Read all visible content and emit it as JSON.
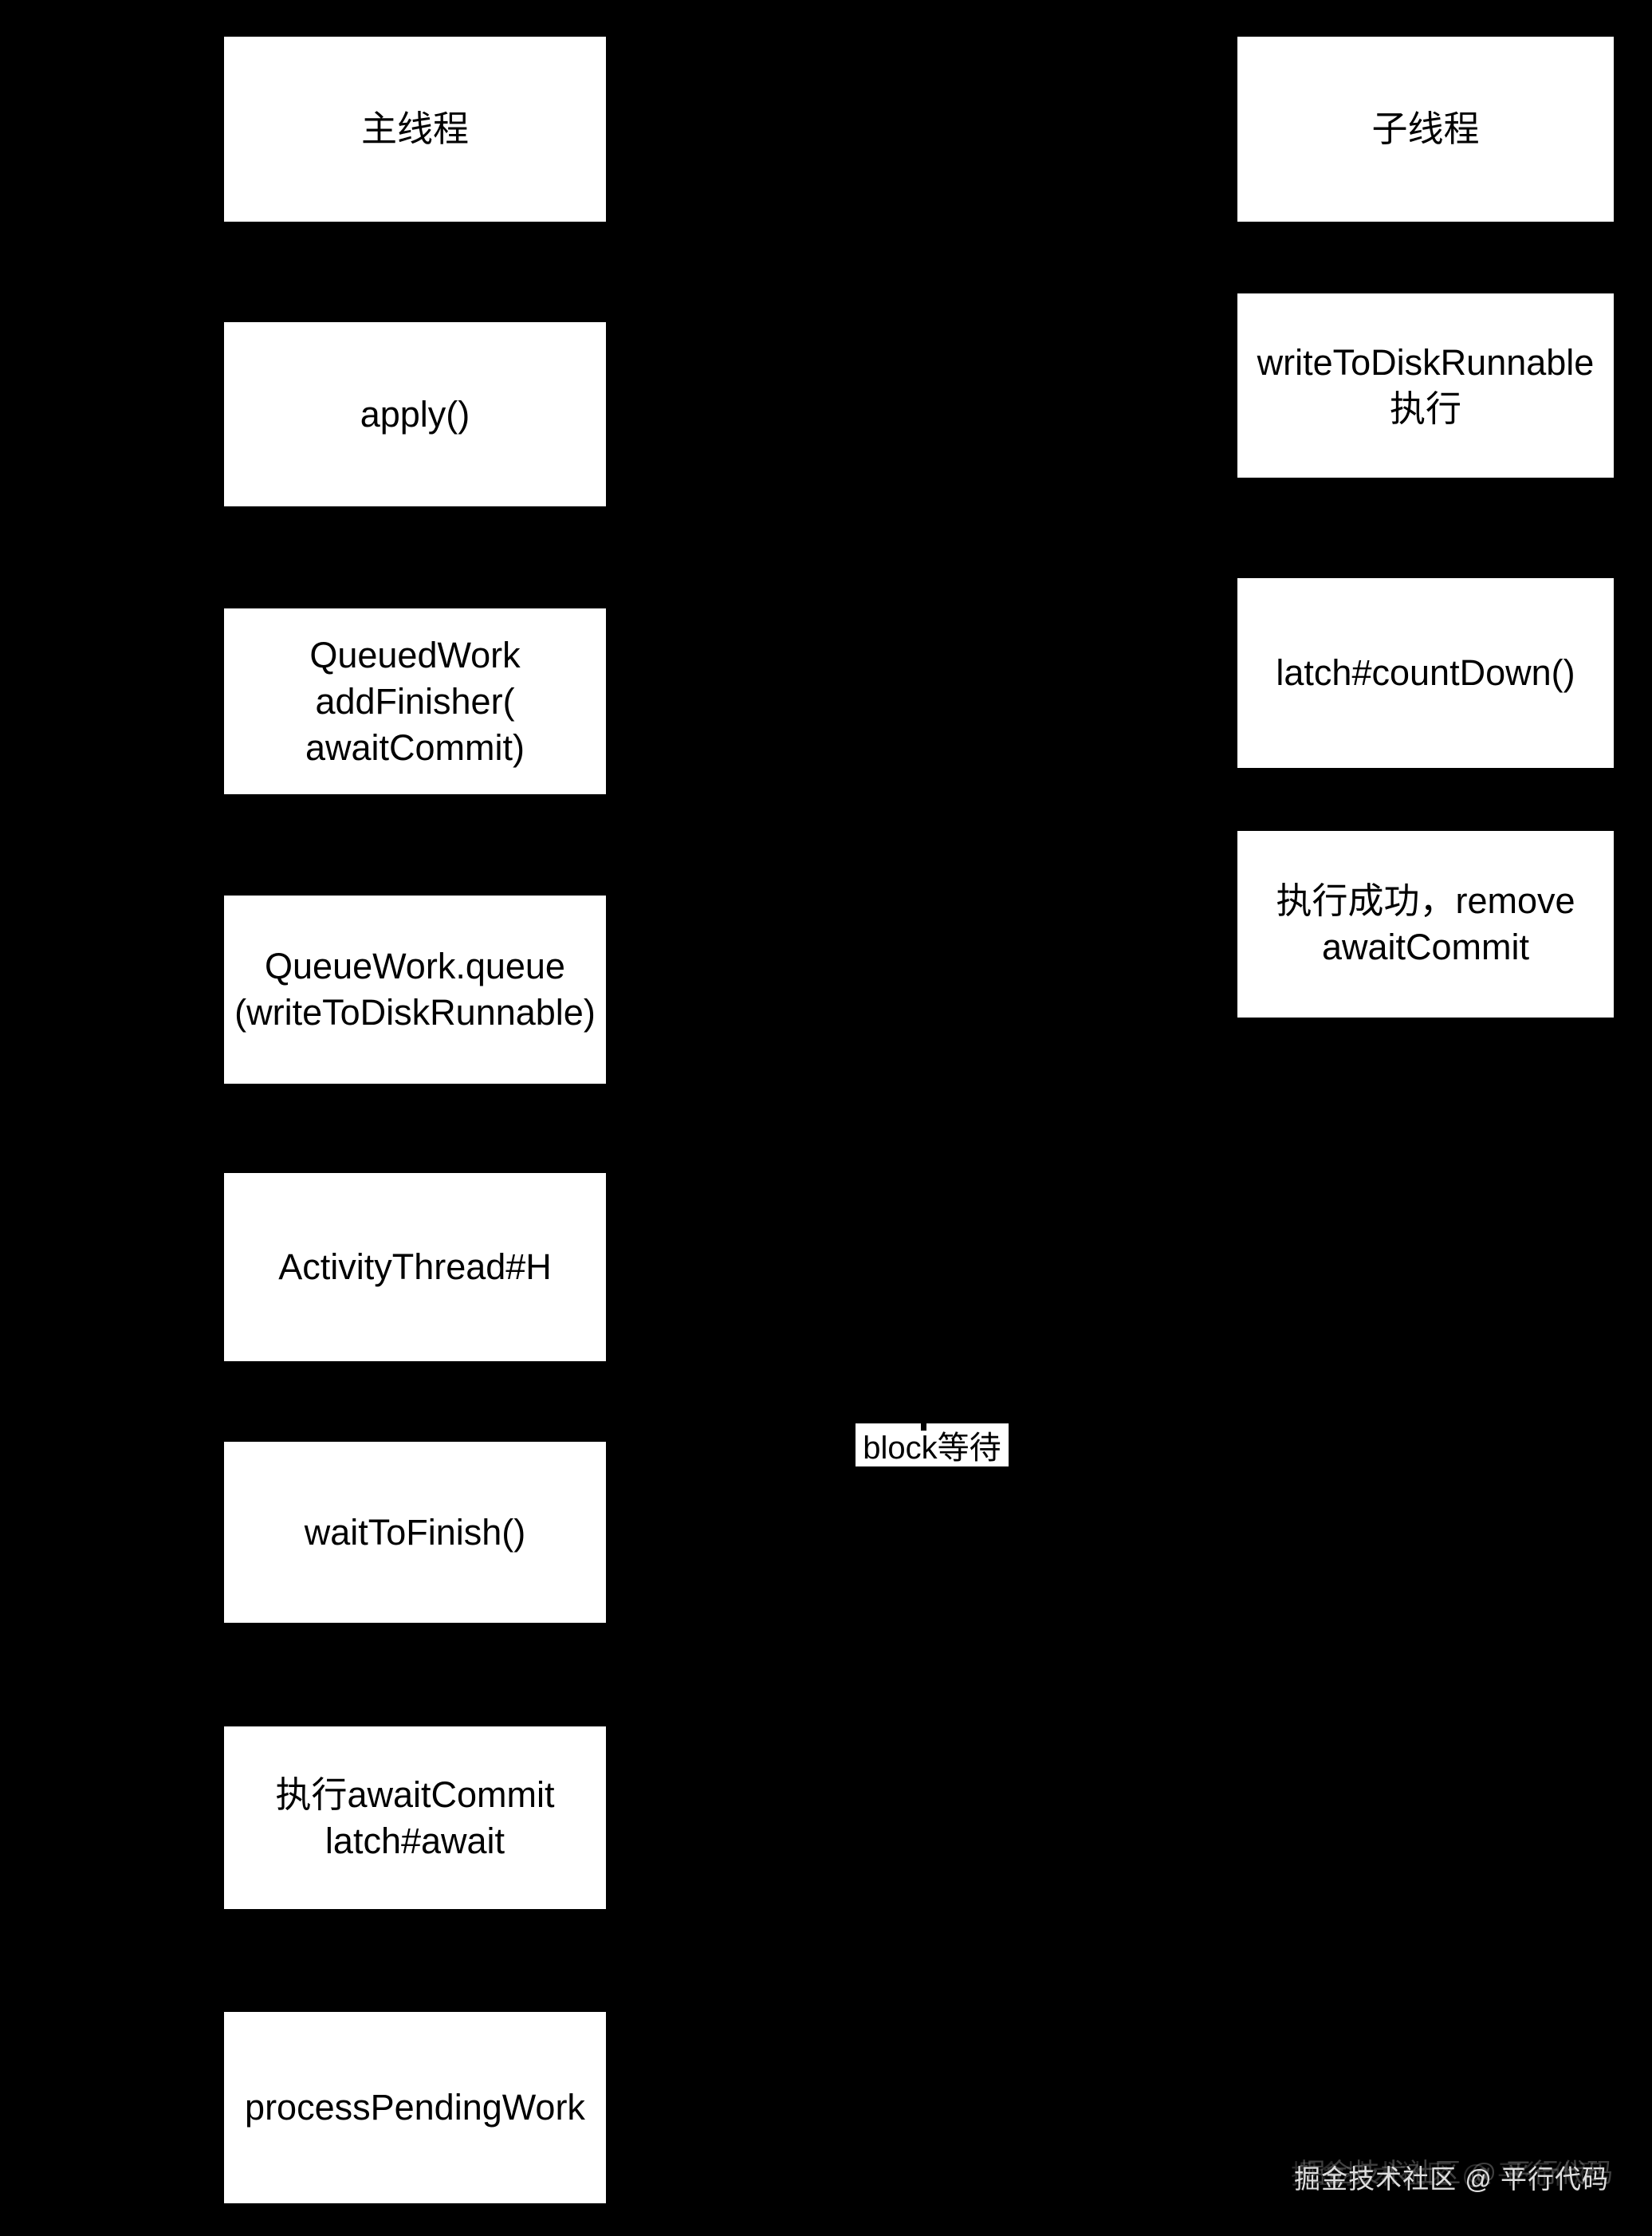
{
  "colors": {
    "background": "#000000",
    "node_fill": "#ffffff",
    "node_text": "#000000",
    "label_fill": "#ffffff",
    "watermark_text": "#dedede"
  },
  "left_column": {
    "items": [
      {
        "lines": [
          "主线程"
        ]
      },
      {
        "lines": [
          "apply()"
        ]
      },
      {
        "lines": [
          "QueuedWork",
          "addFinisher(",
          "awaitCommit)"
        ]
      },
      {
        "lines": [
          "QueueWork.queue",
          "(writeToDiskRunnable)"
        ]
      },
      {
        "lines": [
          "ActivityThread#H"
        ]
      },
      {
        "lines": [
          "waitToFinish()"
        ]
      },
      {
        "lines": [
          "执行awaitCommit",
          "latch#await"
        ]
      },
      {
        "lines": [
          "processPendingWork"
        ]
      }
    ]
  },
  "right_column": {
    "items": [
      {
        "lines": [
          "子线程"
        ]
      },
      {
        "lines": [
          "writeToDiskRunnable",
          "执行"
        ]
      },
      {
        "lines": [
          "latch#countDown()"
        ]
      },
      {
        "lines": [
          "执行成功，remove",
          "awaitCommit"
        ]
      }
    ]
  },
  "middle_label": {
    "text": "block等待"
  },
  "watermark": {
    "text": "掘金技术社区 @ 平行代码"
  }
}
